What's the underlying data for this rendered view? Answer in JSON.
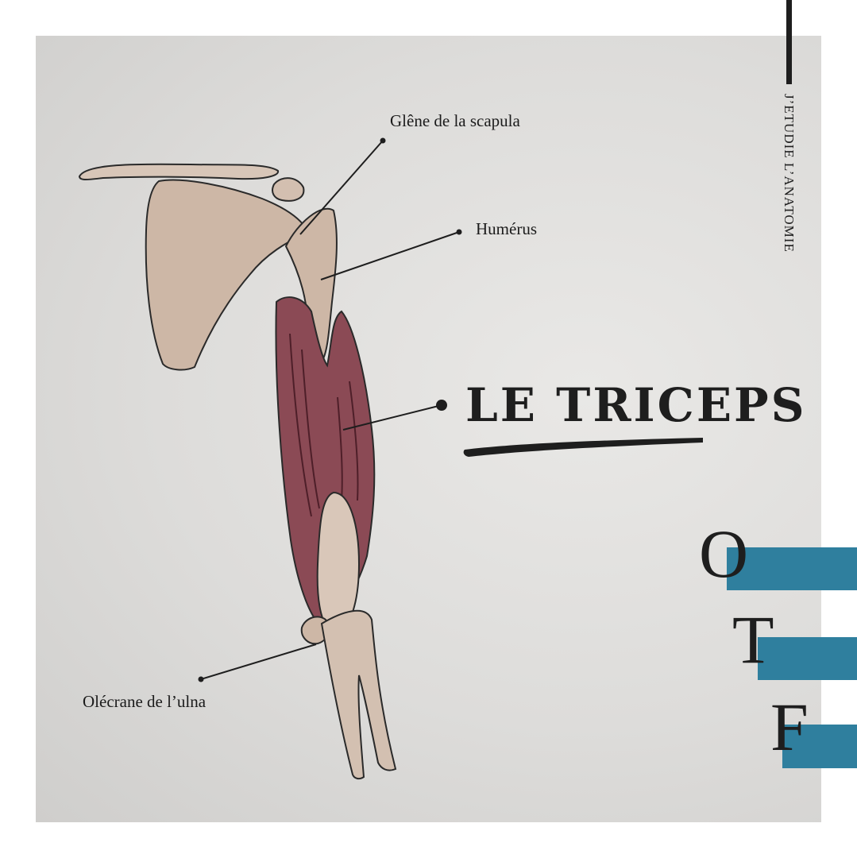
{
  "labels": {
    "glene": "Glêne de la scapula",
    "humerus": "Humérus",
    "olecrane": "Olécrane de l’ulna"
  },
  "title": "LE TRICEPS",
  "side_text": "J’ETUDIE L’ANATOMIE",
  "logo_letters": [
    "O",
    "T",
    "F"
  ],
  "colors": {
    "accent_blue": "#2f7f9e",
    "muscle": "#8b4a55",
    "bone": "#cdb7a6",
    "ink": "#1e1e1e"
  }
}
